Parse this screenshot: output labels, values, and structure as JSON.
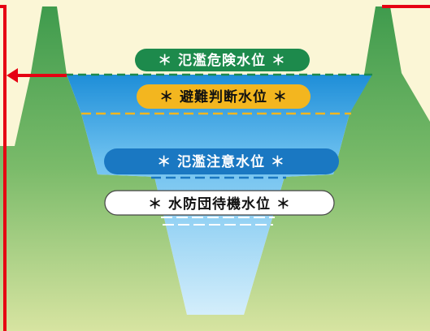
{
  "colors": {
    "background": "#fbf6d6",
    "land_top": "#3f9b4d",
    "land_bottom": "#c9dc91",
    "water_top": "#1e8ed8",
    "water_bottom": "#d4eefb",
    "red_line": "#e60012",
    "danger_green": "#1d8a4c",
    "evacuation_yellow": "#f3b61f",
    "caution_blue": "#1a78c2",
    "standby_white": "#ffffff"
  },
  "levels": [
    {
      "id": "danger",
      "label": "＊ 氾濫危険水位 ＊"
    },
    {
      "id": "evacuation",
      "label": "＊ 避難判断水位 ＊"
    },
    {
      "id": "caution",
      "label": "＊ 氾濫注意水位 ＊"
    },
    {
      "id": "standby",
      "label": "＊ 水防団待機水位 ＊"
    }
  ],
  "icons": [
    "red-arrow-icon"
  ]
}
